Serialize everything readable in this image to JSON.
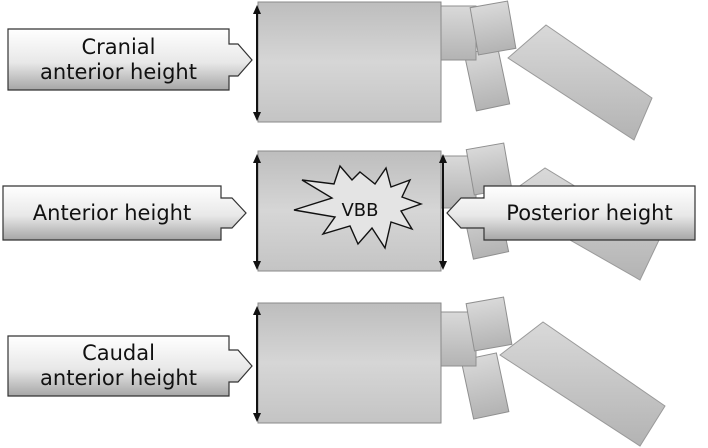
{
  "labels": {
    "cranial_anterior_height": "Cranial\nanterior height",
    "anterior_height": "Anterior height",
    "posterior_height": "Posterior height",
    "caudal_anterior_height": "Caudal\nanterior height",
    "fracture": "VBB"
  }
}
